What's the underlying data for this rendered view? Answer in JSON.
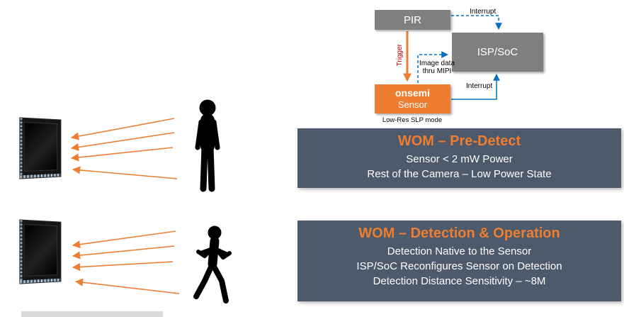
{
  "diagram": {
    "pir": "PIR",
    "isp_soc": "ISP/SoC",
    "sensor_line1": "onsemi",
    "sensor_line2": "Sensor",
    "interrupt_top": "Interrupt",
    "interrupt_bottom": "Interrupt",
    "trigger": "Trigger",
    "mipi_line1": "Image data",
    "mipi_line2": "thru MIPI",
    "slp_mode": "Low-Res SLP mode"
  },
  "pre_detect": {
    "title": "WOM – Pre-Detect",
    "lines": [
      "Sensor < 2 mW Power",
      "Rest of the Camera – Low Power State"
    ]
  },
  "detection": {
    "title": "WOM – Detection & Operation",
    "lines": [
      "Detection Native to the Sensor",
      "ISP/SoC Reconfigures Sensor on Detection",
      "Detection Distance Sensitivity – ~8M"
    ]
  },
  "icons": {
    "standing_person": "standing-person-icon",
    "walking_person": "walking-person-icon",
    "image_sensor": "image-sensor-photo"
  },
  "colors": {
    "orange": "#ED7D31",
    "gray": "#808080",
    "slate": "#4D5A6B",
    "blue": "#0070C0",
    "trigger_red": "#C00000"
  }
}
